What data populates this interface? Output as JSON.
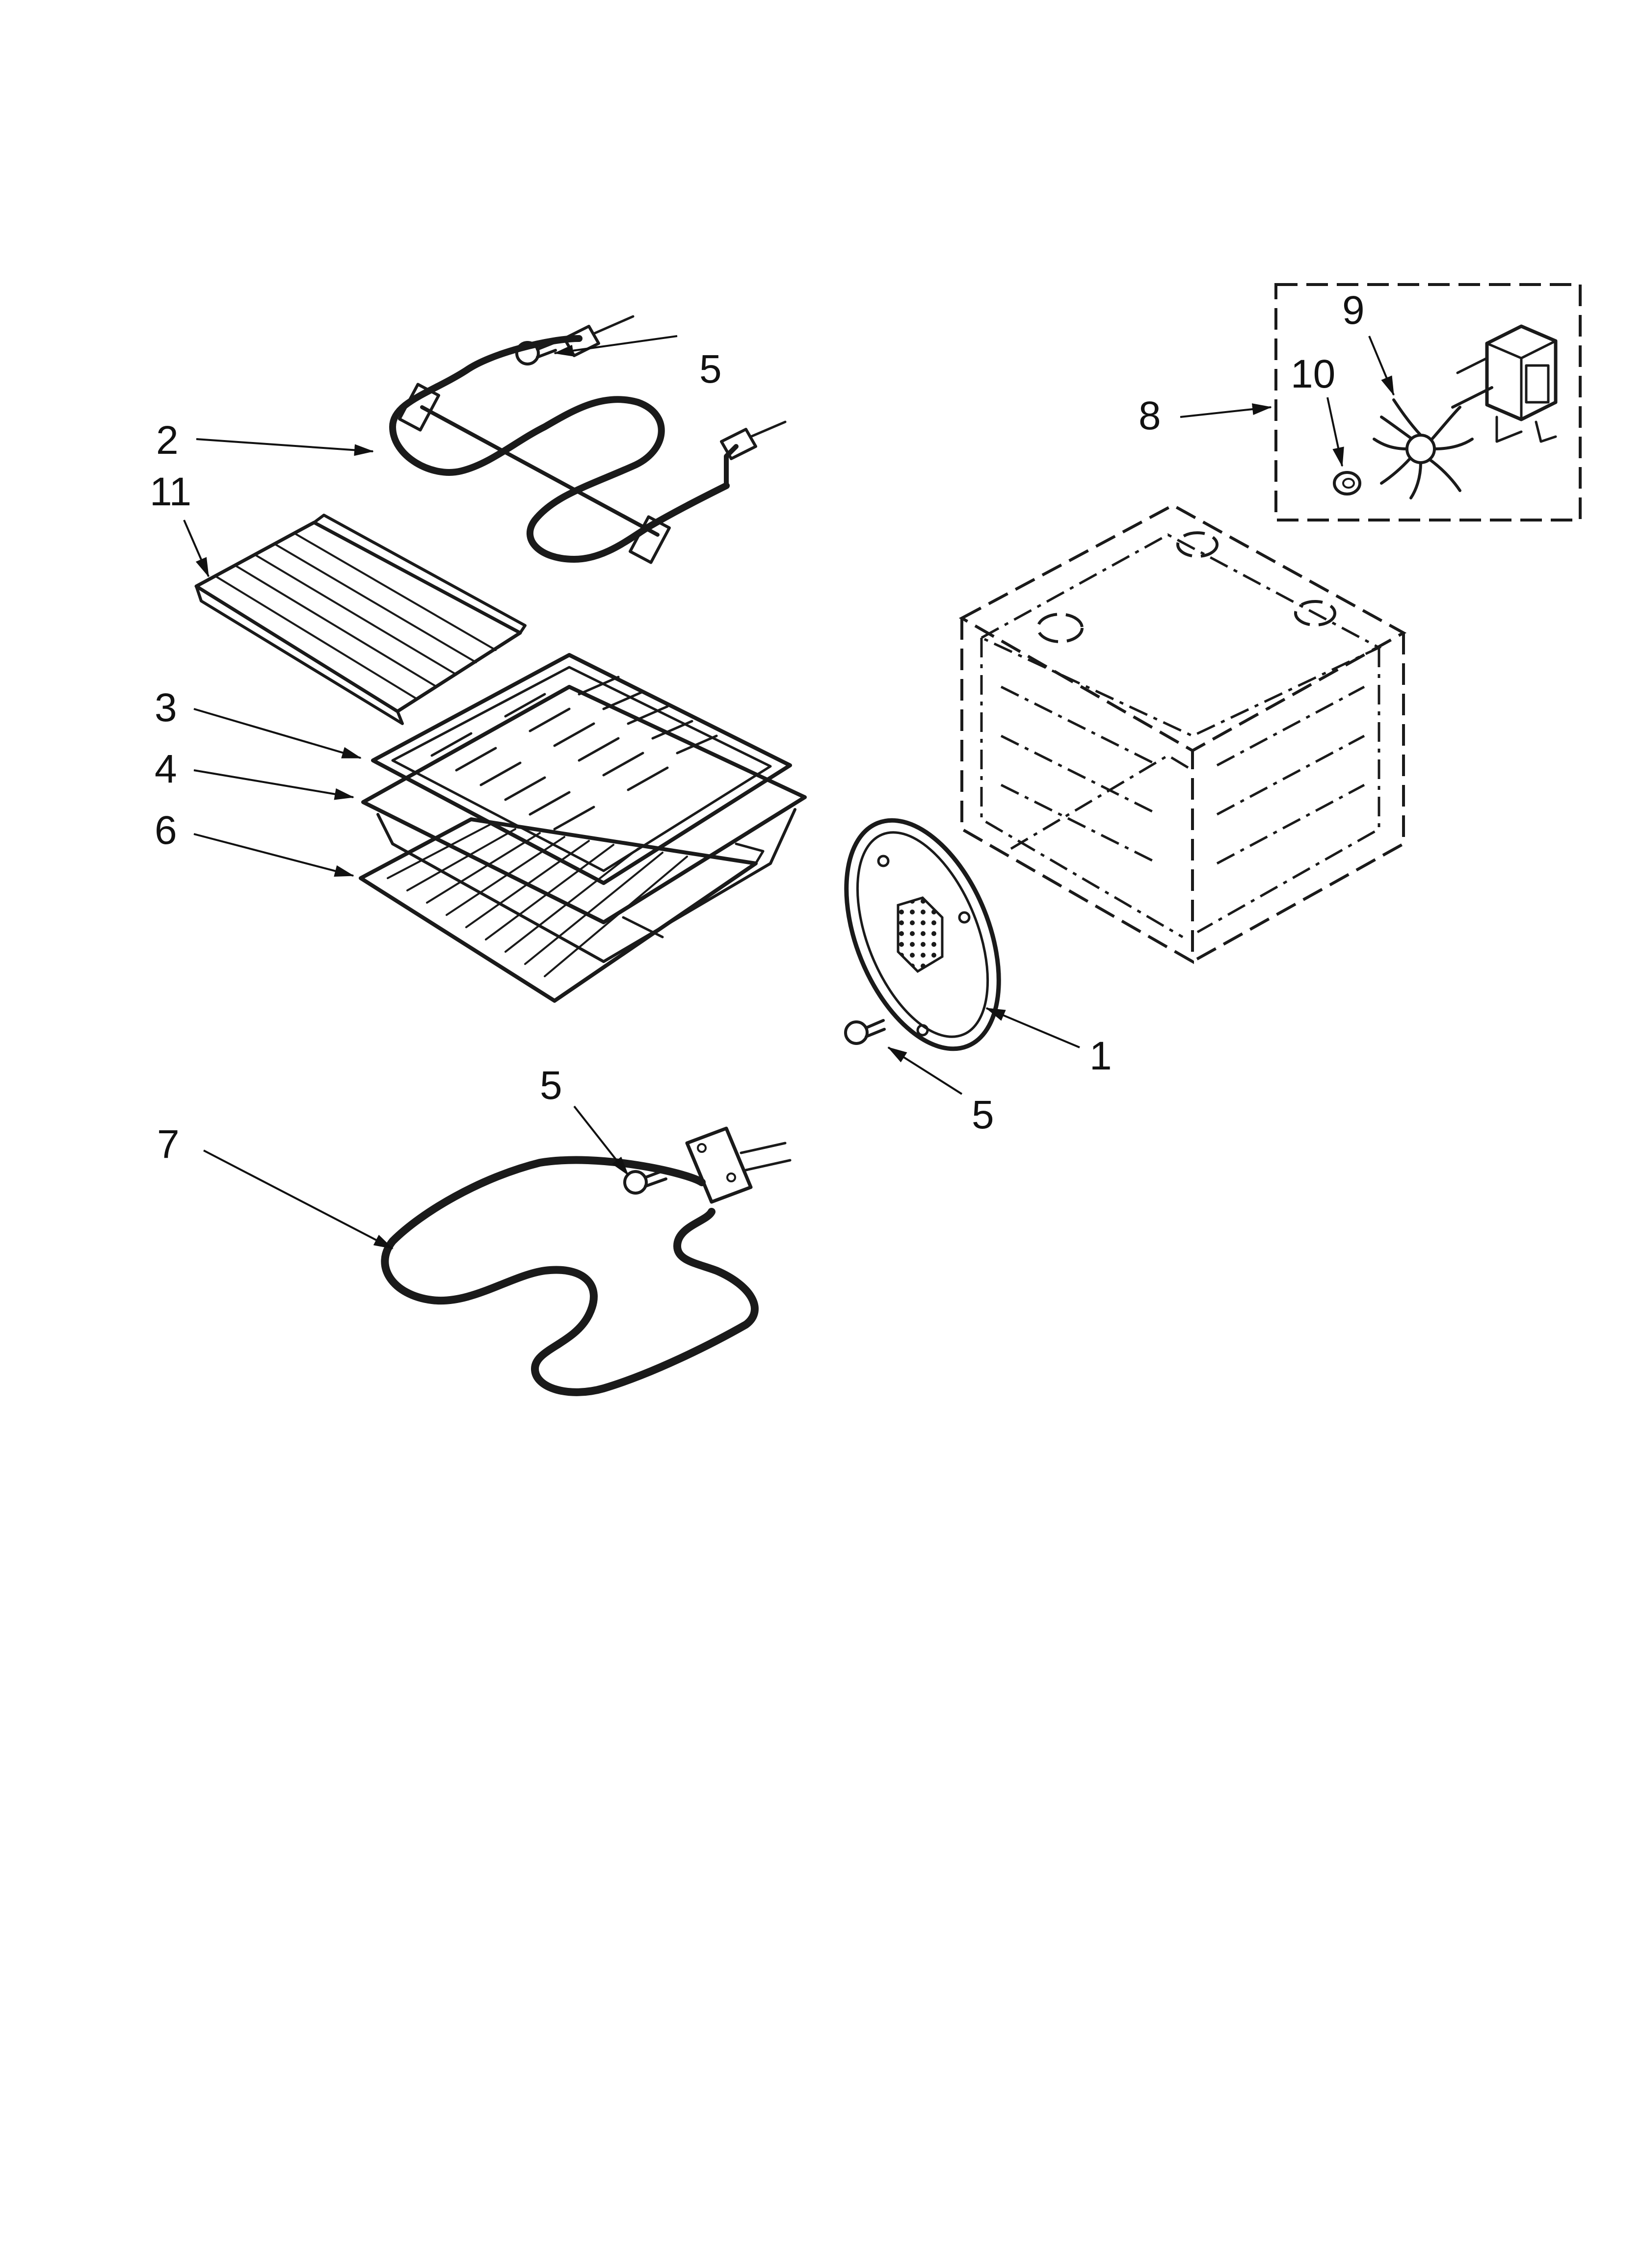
{
  "diagram": {
    "callouts": {
      "c1": "1",
      "c2": "2",
      "c3": "3",
      "c4": "4",
      "c5_top": "5",
      "c5_cover": "5",
      "c5_bake": "5",
      "c6": "6",
      "c7": "7",
      "c8": "8",
      "c9": "9",
      "c10": "10",
      "c11": "11"
    },
    "parts": {
      "p1": "fan-cover",
      "p2": "broil-element",
      "p3": "broiler-grid",
      "p4": "broiler-pan",
      "p5": "screw",
      "p6": "oven-rack",
      "p7": "bake-element",
      "p8": "convection-fan-motor-kit",
      "p9": "fan-blade",
      "p10": "nut",
      "p11": "rack-shelf",
      "cavity": "oven-cavity"
    },
    "colors": {
      "ink": "#1a1a1a",
      "background": "#ffffff"
    }
  }
}
